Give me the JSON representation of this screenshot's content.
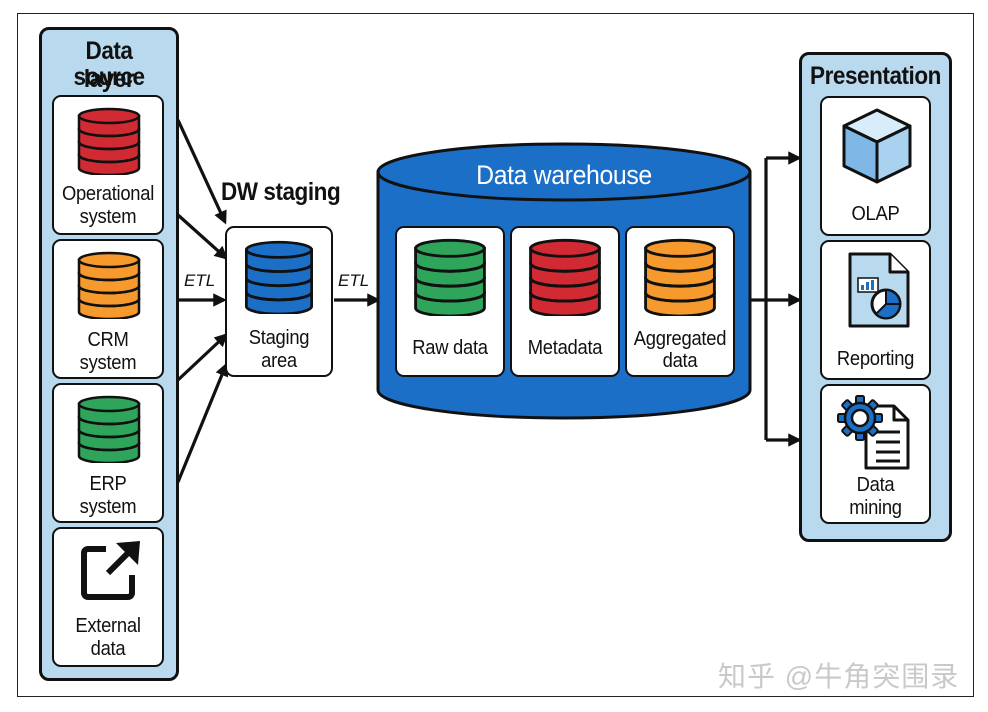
{
  "source_layer": {
    "title_line1": "Data source",
    "title_line2": "layer",
    "items": [
      {
        "line1": "Operational",
        "line2": "system",
        "icon": "database-icon",
        "color": "#d12a33"
      },
      {
        "line1": "CRM",
        "line2": "system",
        "icon": "database-icon",
        "color": "#f79a2e"
      },
      {
        "line1": "ERP",
        "line2": "system",
        "icon": "database-icon",
        "color": "#2ea55a"
      },
      {
        "line1": "External",
        "line2": "data",
        "icon": "external-link-icon",
        "color": "#111111"
      }
    ]
  },
  "etl_label_1": "ETL",
  "etl_label_2": "ETL",
  "staging": {
    "title": "DW staging",
    "line1": "Staging",
    "line2": "area",
    "icon": "database-icon",
    "color": "#1b6fc6"
  },
  "warehouse": {
    "title": "Data warehouse",
    "body_color": "#1b6fc6",
    "items": [
      {
        "line1": "Raw data",
        "line2": "",
        "icon": "database-icon",
        "color": "#2ea55a"
      },
      {
        "line1": "Metadata",
        "line2": "",
        "icon": "database-icon",
        "color": "#d12a33"
      },
      {
        "line1": "Aggregated",
        "line2": "data",
        "icon": "database-icon",
        "color": "#f79a2e"
      }
    ]
  },
  "presentation": {
    "title": "Presentation",
    "items": [
      {
        "line1": "OLAP",
        "line2": "",
        "icon": "cube-icon"
      },
      {
        "line1": "Reporting",
        "line2": "",
        "icon": "report-chart-icon"
      },
      {
        "line1": "Data",
        "line2": "mining",
        "icon": "gear-document-icon"
      }
    ]
  },
  "panel_color": "#b9d9ee",
  "watermark": "知乎 @牛角突围录"
}
